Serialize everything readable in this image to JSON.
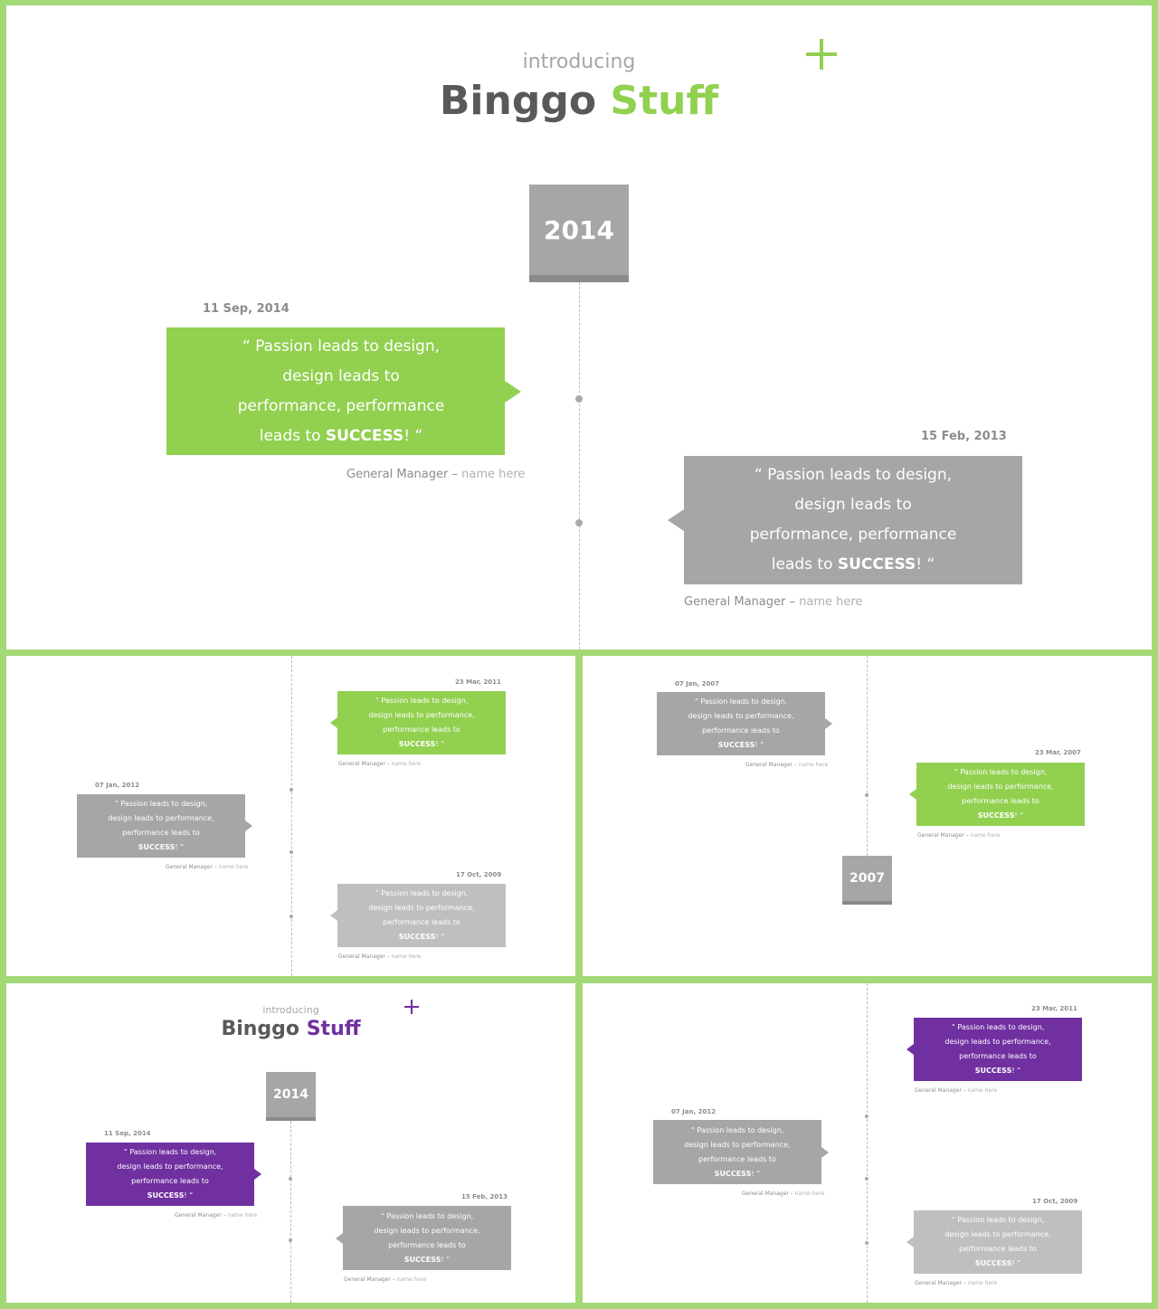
{
  "colors": {
    "frame": "#a3d977",
    "green": "#92d050",
    "gray": "#a6a6a6",
    "light_gray": "#bfbfbf",
    "purple": "#7030a0",
    "dark_text": "#595959"
  },
  "slide1": {
    "intro": "introducing",
    "brand_word1": "Binggo",
    "brand_word2": "Stuff",
    "year": "2014",
    "item1": {
      "date": "11 Sep, 2014",
      "q_open": "“ Passion leads to design, design leads to performance, performance leads to ",
      "q_bold": "SUCCESS",
      "q_close": "! “",
      "role": "General Manager –",
      "name": "name here"
    },
    "item2": {
      "date": "15 Feb, 2013",
      "q_open": "“ Passion leads to design, design leads to performance, performance leads to ",
      "q_bold": "SUCCESS",
      "q_close": "! “",
      "role": "General Manager –",
      "name": "name here"
    }
  },
  "slide2": {
    "item1": {
      "date": "23 Mar, 2011",
      "q_open": "“ Passion leads to design, design leads to performance, performance leads to ",
      "q_bold": "SUCCESS",
      "q_close": "! “",
      "role": "General Manager –",
      "name": "name here"
    },
    "item2": {
      "date": "07 Jan, 2012",
      "q_open": "“ Passion leads to design, design leads to performance, performance leads to ",
      "q_bold": "SUCCESS",
      "q_close": "! “",
      "role": "General Manager –",
      "name": "name here"
    },
    "item3": {
      "date": "17 Oct, 2009",
      "q_open": "“ Passion leads to design, design leads to performance, performance leads to ",
      "q_bold": "SUCCESS",
      "q_close": "! “",
      "role": "General Manager –",
      "name": "name here"
    }
  },
  "slide3": {
    "year": "2007",
    "item1": {
      "date": "07 Jan, 2007",
      "q_open": "“ Passion leads to design, design leads to performance, performance leads to ",
      "q_bold": "SUCCESS",
      "q_close": "! “",
      "role": "General Manager –",
      "name": "name here"
    },
    "item2": {
      "date": "23 Mar, 2007",
      "q_open": "“ Passion leads to design, design leads to performance, performance leads to ",
      "q_bold": "SUCCESS",
      "q_close": "! “",
      "role": "General Manager –",
      "name": "name here"
    }
  },
  "slide4": {
    "intro": "introducing",
    "brand_word1": "Binggo",
    "brand_word2": "Stuff",
    "year": "2014",
    "item1": {
      "date": "11 Sep, 2014",
      "q_open": "“ Passion leads to design, design leads to performance, performance leads to ",
      "q_bold": "SUCCESS",
      "q_close": "! “",
      "role": "General Manager –",
      "name": "name here"
    },
    "item2": {
      "date": "15 Feb, 2013",
      "q_open": "“ Passion leads to design, design leads to performance, performance leads to ",
      "q_bold": "SUCCESS",
      "q_close": "! “",
      "role": "General Manager –",
      "name": "name here"
    }
  },
  "slide5": {
    "item1": {
      "date": "23 Mar, 2011",
      "q_open": "“ Passion leads to design, design leads to performance, performance leads to ",
      "q_bold": "SUCCESS",
      "q_close": "! “",
      "role": "General Manager –",
      "name": "name here"
    },
    "item2": {
      "date": "07 Jan, 2012",
      "q_open": "“ Passion leads to design, design leads to performance, performance leads to ",
      "q_bold": "SUCCESS",
      "q_close": "! “",
      "role": "General Manager –",
      "name": "name here"
    },
    "item3": {
      "date": "17 Oct, 2009",
      "q_open": "“ Passion leads to design, design leads to performance, performance leads to ",
      "q_bold": "SUCCESS",
      "q_close": "! “",
      "role": "General Manager –",
      "name": "name here"
    }
  }
}
